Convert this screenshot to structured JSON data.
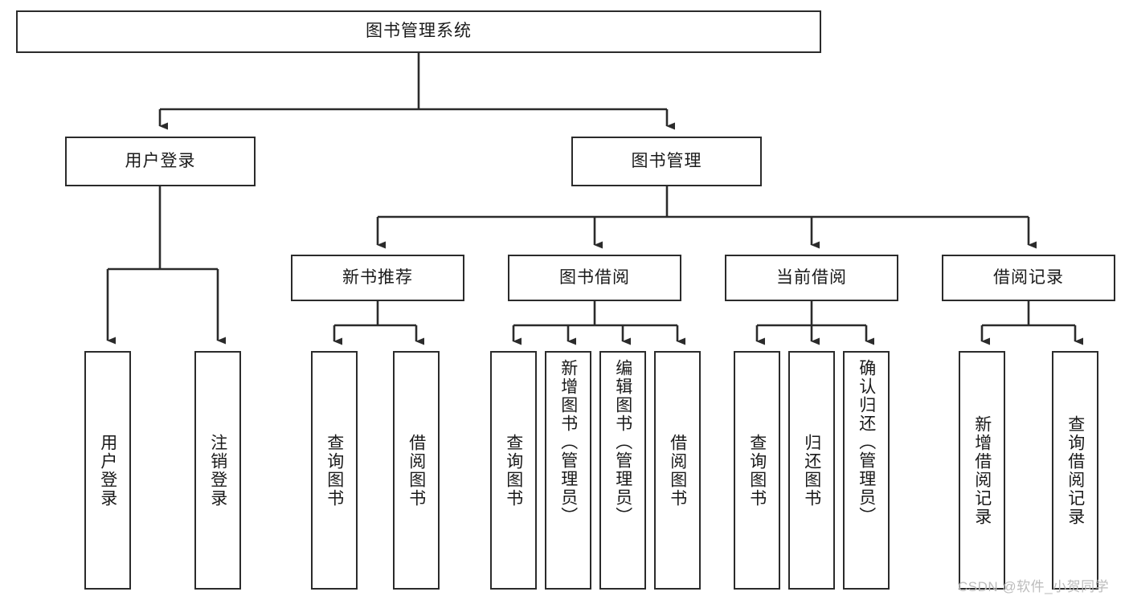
{
  "diagram": {
    "type": "tree-hierarchy",
    "title": "图书管理系统",
    "watermark": "CSDN @软件_小贺同学",
    "colors": {
      "box_border": "#2b2b2b",
      "box_fill": "#ffffff",
      "connector": "#2b2b2b",
      "text": "#1a1a1a",
      "watermark": "#bcbcbc",
      "background": "#ffffff"
    },
    "root": {
      "label": "图书管理系统"
    },
    "level2": [
      {
        "label": "用户登录"
      },
      {
        "label": "图书管理"
      }
    ],
    "level3": [
      {
        "label": "新书推荐"
      },
      {
        "label": "图书借阅"
      },
      {
        "label": "当前借阅"
      },
      {
        "label": "借阅记录"
      }
    ],
    "leaves": {
      "user_login": [
        {
          "label": "用户登录"
        },
        {
          "label": "注销登录"
        }
      ],
      "new_book_recommend": [
        {
          "label": "查询图书"
        },
        {
          "label": "借阅图书"
        }
      ],
      "book_borrow": [
        {
          "label": "查询图书"
        },
        {
          "label": "新增图书（管理员）"
        },
        {
          "label": "编辑图书（管理员）"
        },
        {
          "label": "借阅图书"
        }
      ],
      "current_borrow": [
        {
          "label": "查询图书"
        },
        {
          "label": "归还图书"
        },
        {
          "label": "确认归还（管理员）"
        }
      ],
      "borrow_record": [
        {
          "label": "新增借阅记录"
        },
        {
          "label": "查询借阅记录"
        }
      ]
    }
  }
}
